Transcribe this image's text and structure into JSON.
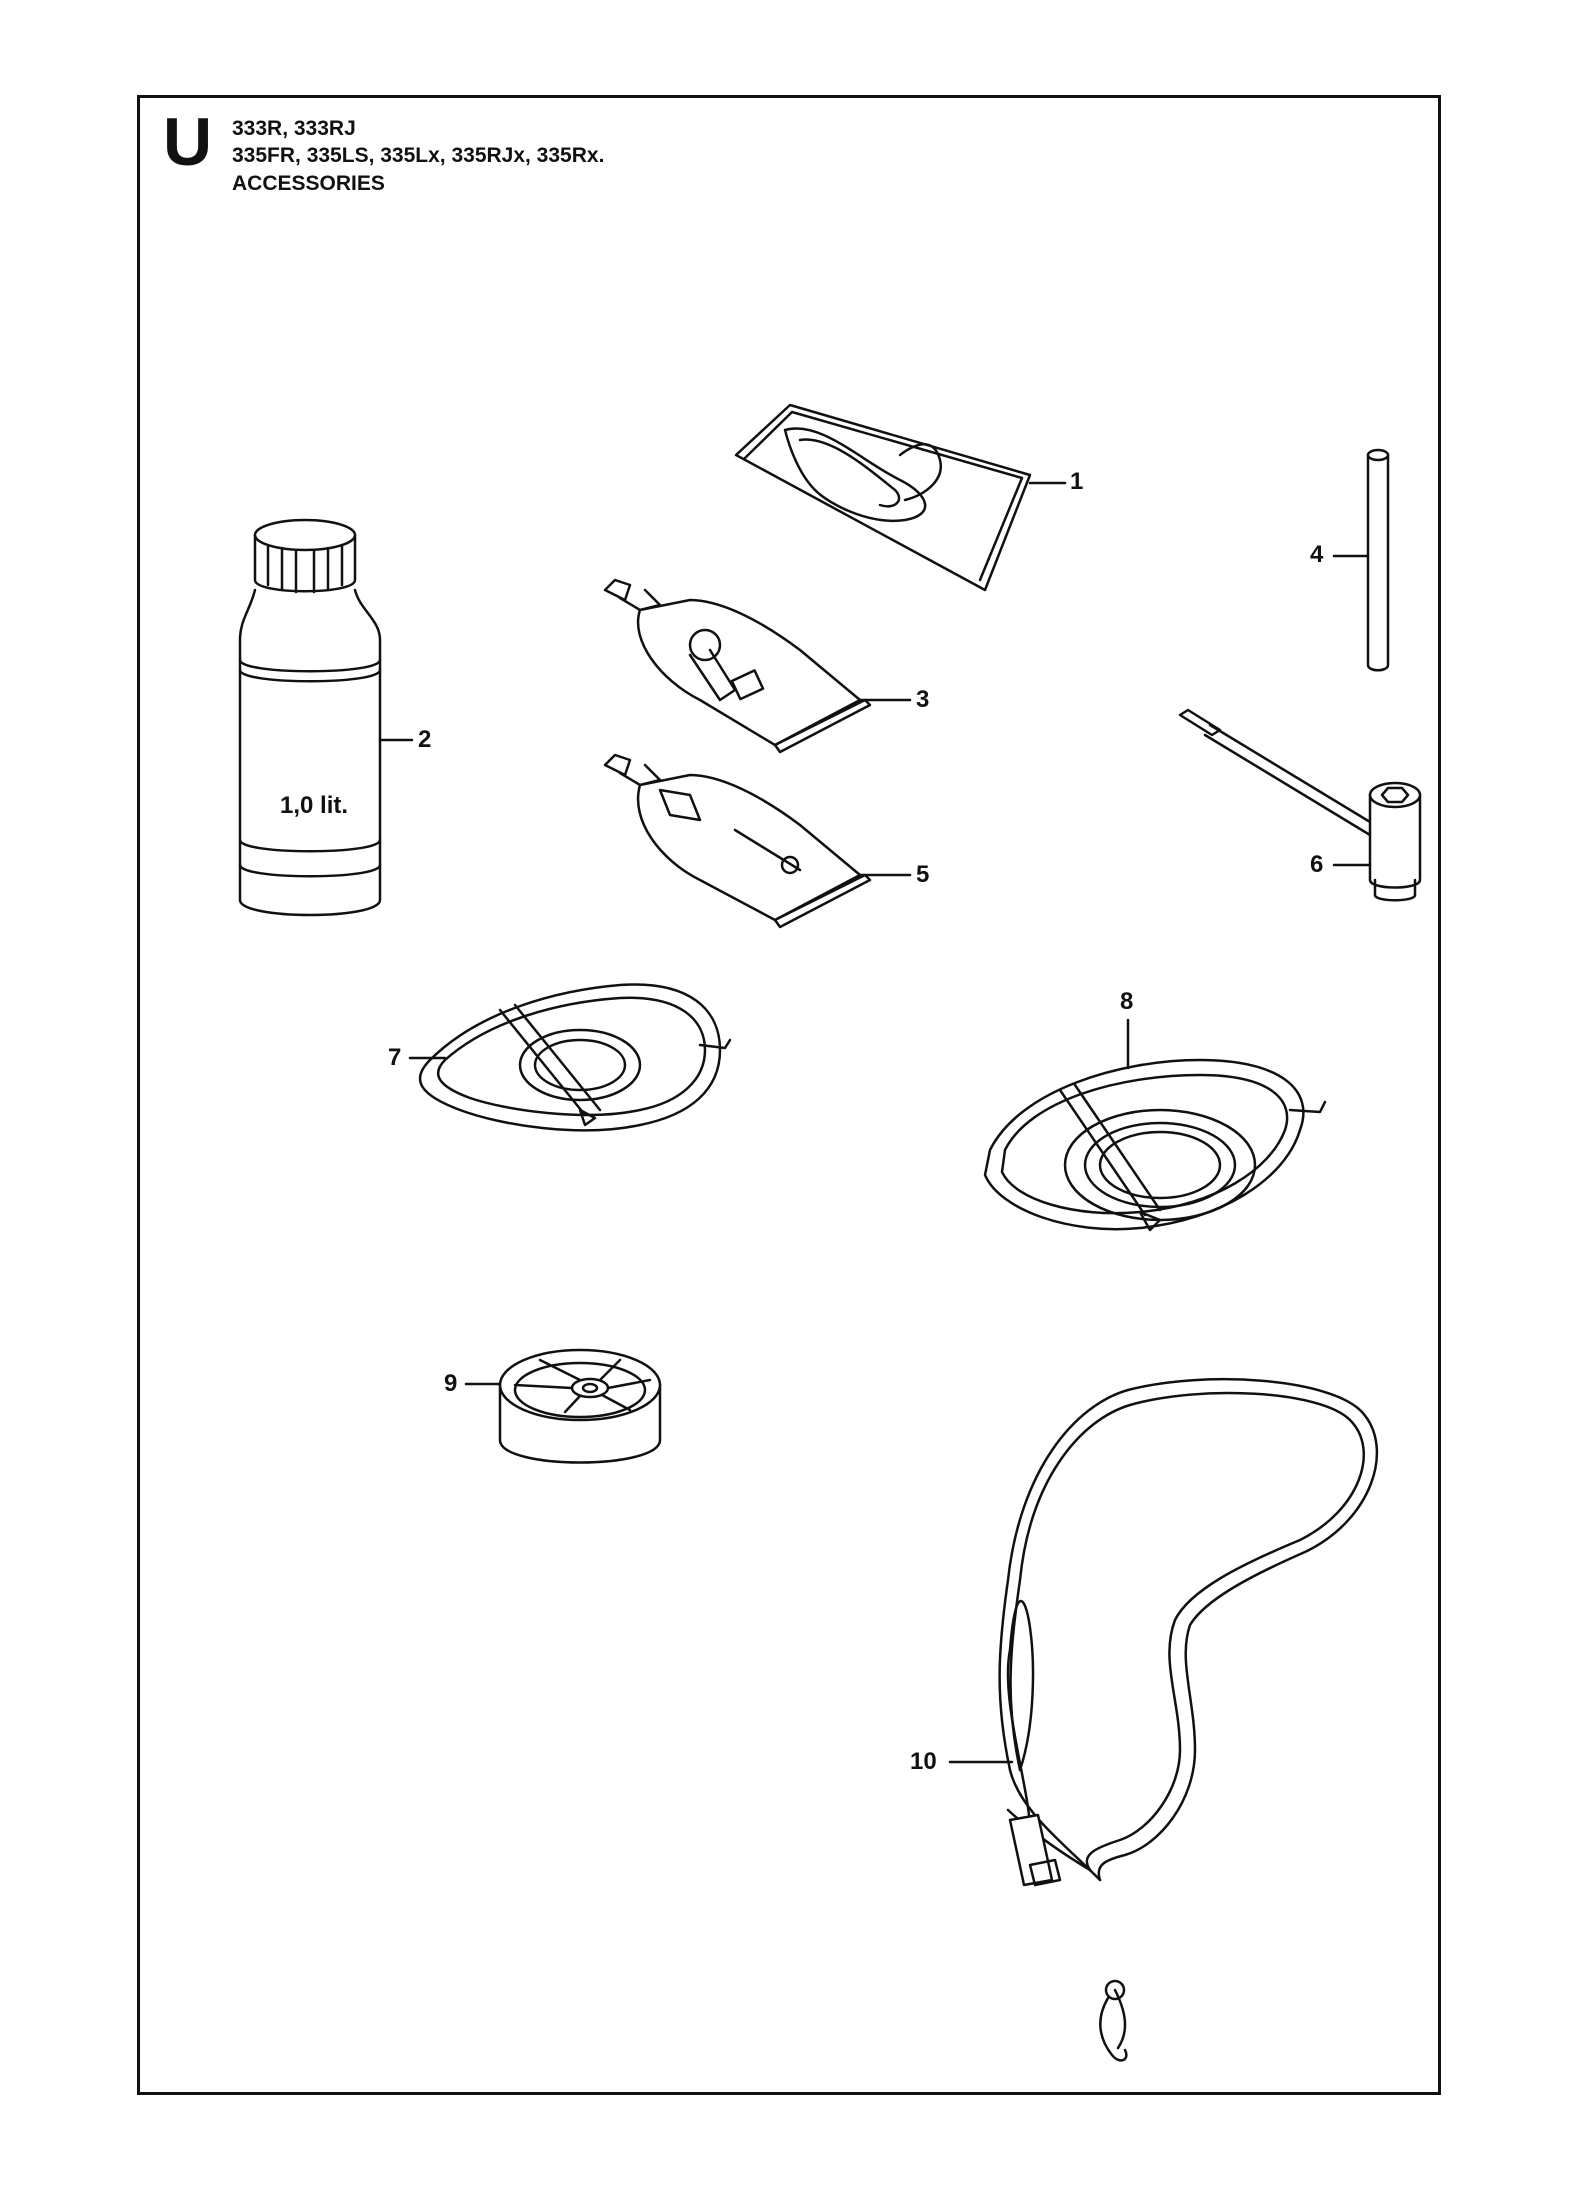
{
  "header": {
    "section_letter": "U",
    "models_line1": "333R, 333RJ",
    "models_line2": "335FR, 335LS, 335Lx, 335RJx, 335Rx.",
    "title": "ACCESSORIES"
  },
  "parts": [
    {
      "number": "1",
      "icon": "tool-bag-icon"
    },
    {
      "number": "2",
      "icon": "oil-bottle-icon",
      "text": "1,0 lit."
    },
    {
      "number": "3",
      "icon": "grease-tube-icon"
    },
    {
      "number": "4",
      "icon": "pin-rod-icon"
    },
    {
      "number": "5",
      "icon": "grease-tube-icon"
    },
    {
      "number": "6",
      "icon": "combination-spanner-icon"
    },
    {
      "number": "7",
      "icon": "blade-guard-icon"
    },
    {
      "number": "8",
      "icon": "trimmer-guard-icon"
    },
    {
      "number": "9",
      "icon": "spool-cap-icon"
    },
    {
      "number": "10",
      "icon": "shoulder-strap-icon"
    }
  ]
}
